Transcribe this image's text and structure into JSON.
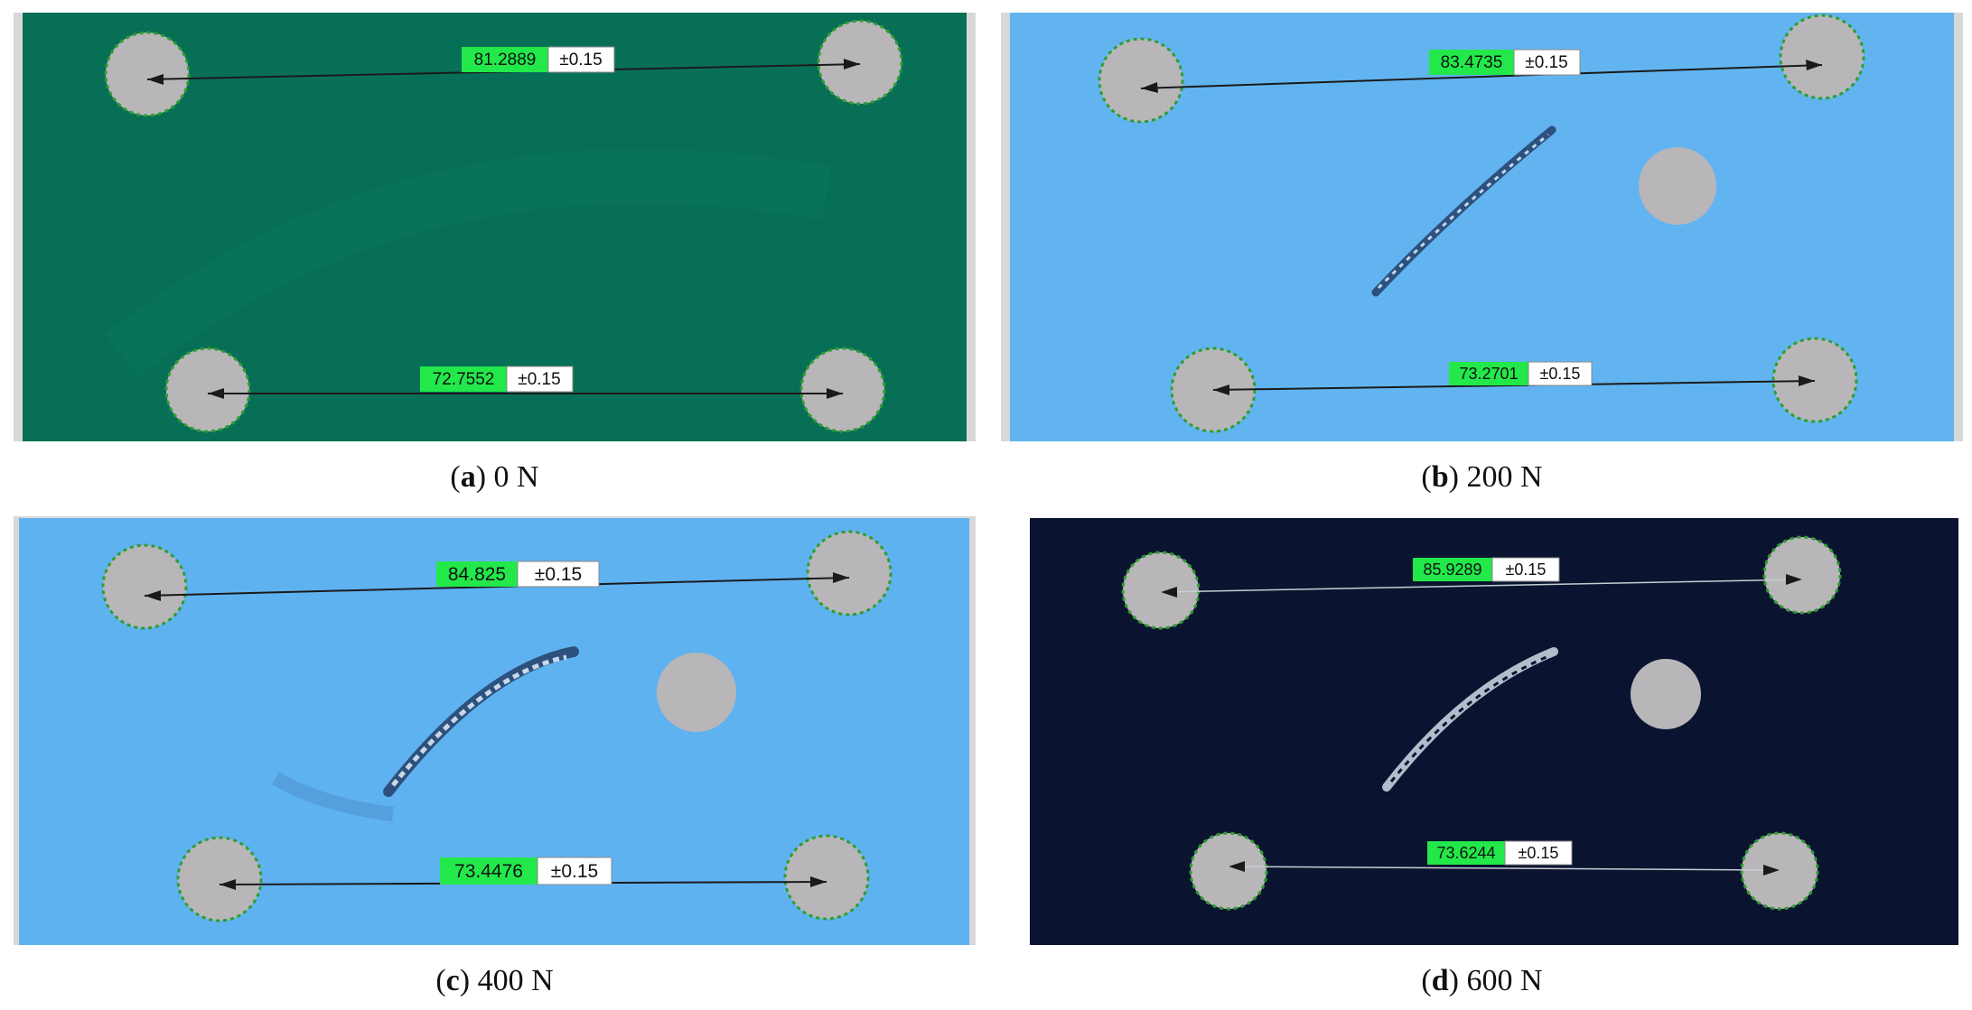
{
  "panels": [
    {
      "id": "a",
      "letter": "a",
      "load": "0 N",
      "fill": "#086f57",
      "top_measurement": {
        "value": "81.2889",
        "tolerance": "±0.15"
      },
      "bottom_measurement": {
        "value": "72.7552",
        "tolerance": "±0.15"
      },
      "crack_visible": false,
      "extra_hole_visible": false
    },
    {
      "id": "b",
      "letter": "b",
      "load": "200 N",
      "fill": "#62b4f0",
      "top_measurement": {
        "value": "83.4735",
        "tolerance": "±0.15"
      },
      "bottom_measurement": {
        "value": "73.2701",
        "tolerance": "±0.15"
      },
      "crack_visible": true,
      "extra_hole_visible": true
    },
    {
      "id": "c",
      "letter": "c",
      "load": "400 N",
      "fill": "#5fb2f0",
      "top_measurement": {
        "value": "84.825",
        "tolerance": "±0.15"
      },
      "bottom_measurement": {
        "value": "73.4476",
        "tolerance": "±0.15"
      },
      "crack_visible": true,
      "extra_hole_visible": true
    },
    {
      "id": "d",
      "letter": "d",
      "load": "600 N",
      "fill": "#0a1430",
      "top_measurement": {
        "value": "85.9289",
        "tolerance": "±0.15"
      },
      "bottom_measurement": {
        "value": "73.6244",
        "tolerance": "±0.15"
      },
      "crack_visible": true,
      "extra_hole_visible": true
    }
  ],
  "colors": {
    "marker": "#b8b6b9",
    "marker_outline": "#2e9e2e",
    "value_badge": "#22e84a",
    "tolerance_badge": "#ffffff",
    "dimension_line": "#1a1a1a"
  }
}
